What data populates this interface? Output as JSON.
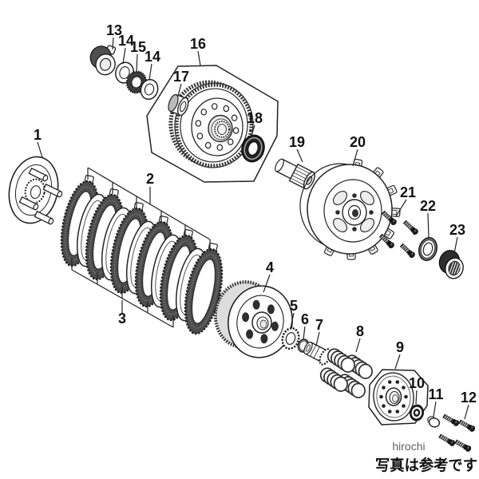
{
  "diagram_kind": "exploded-parts-diagram",
  "labels": {
    "p1": "1",
    "p2": "2",
    "p3": "3",
    "p4": "4",
    "p5": "5",
    "p6": "6",
    "p7": "7",
    "p8": "8",
    "p9": "9",
    "p10": "10",
    "p11": "11",
    "p12": "12",
    "p13": "13",
    "p14": "14",
    "p15": "15",
    "p16": "16",
    "p17": "17",
    "p18": "18",
    "p19": "19",
    "p20": "20",
    "p21": "21",
    "p22": "22",
    "p23": "23"
  },
  "watermark": "hirochi",
  "caption": "写真は参考です",
  "colors": {
    "line": "#222222",
    "dark_fill": "#2b2b2b",
    "mid_gray": "#555555",
    "background": "#ffffff",
    "watermark_text": "#5f5f5f",
    "label_text": "#111111"
  }
}
